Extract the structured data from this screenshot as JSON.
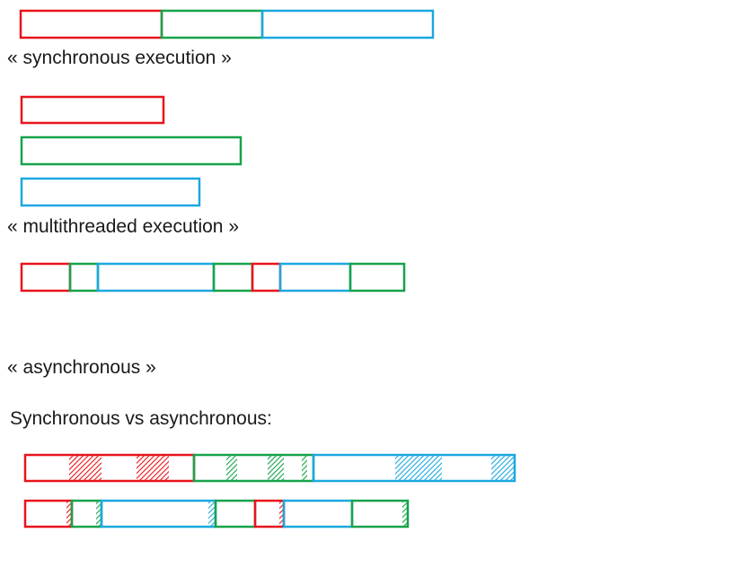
{
  "labels": {
    "synchronous": "« synchronous execution »",
    "multithreaded": "« multithreaded execution »",
    "asynchronous": "« asynchronous »",
    "comparison": "Synchronous vs asynchronous:"
  },
  "colors": {
    "red": "#e8141c",
    "green": "#16a34a",
    "blue": "#1ba8e0"
  }
}
